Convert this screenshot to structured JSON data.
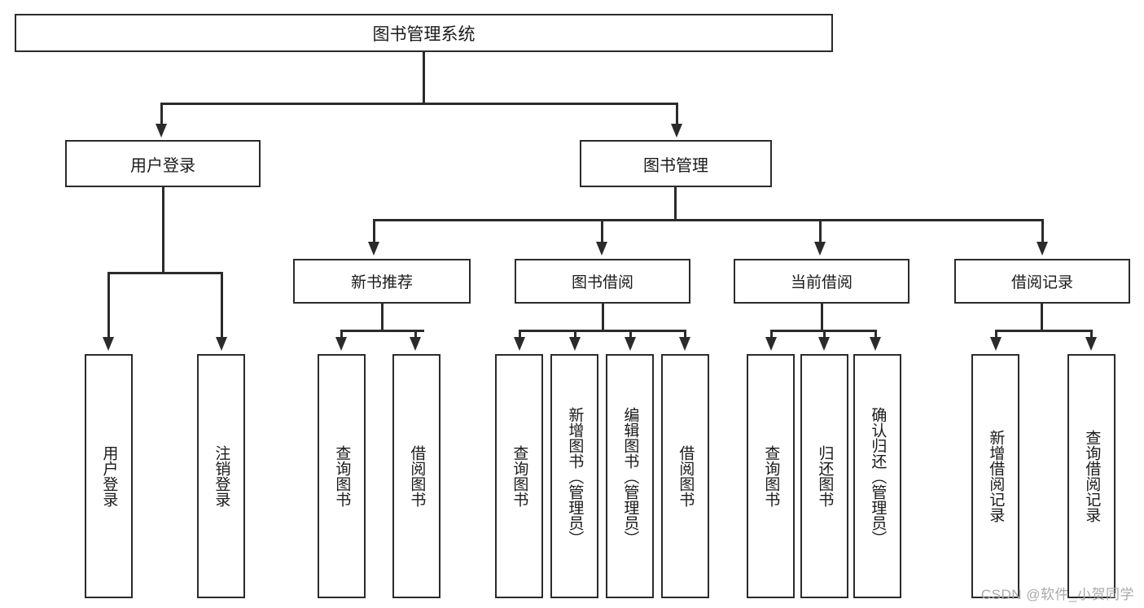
{
  "diagram": {
    "type": "tree",
    "title": "图书管理系统",
    "root": {
      "label": "图书管理系统"
    },
    "level1": [
      {
        "label": "用户登录"
      },
      {
        "label": "图书管理"
      }
    ],
    "level2": [
      {
        "label": "新书推荐"
      },
      {
        "label": "图书借阅"
      },
      {
        "label": "当前借阅"
      },
      {
        "label": "借阅记录"
      }
    ],
    "leaves": {
      "user_login": [
        {
          "label": "用户登录"
        },
        {
          "label": "注销登录"
        }
      ],
      "new_book_recommend": [
        {
          "label": "查询图书"
        },
        {
          "label": "借阅图书"
        }
      ],
      "book_borrow": [
        {
          "label": "查询图书"
        },
        {
          "label": "新增图书（管理员）"
        },
        {
          "label": "编辑图书（管理员）"
        },
        {
          "label": "借阅图书"
        }
      ],
      "current_borrow": [
        {
          "label": "查询图书"
        },
        {
          "label": "归还图书"
        },
        {
          "label": "确认归还（管理员）"
        }
      ],
      "borrow_record": [
        {
          "label": "新增借阅记录"
        },
        {
          "label": "查询借阅记录"
        }
      ]
    }
  },
  "watermark": {
    "text": "CSDN @软件_小贺同学"
  },
  "colors": {
    "stroke": "#2b2b2b",
    "fill": "#ffffff",
    "text": "#1a1a1a",
    "watermark": "#a9a9a9"
  }
}
